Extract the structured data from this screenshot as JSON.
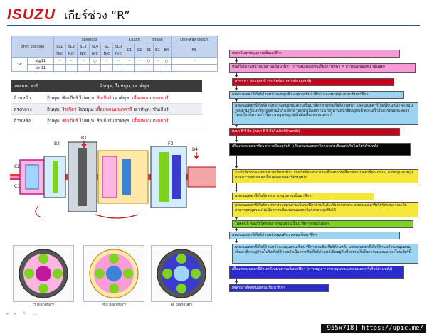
{
  "header": {
    "logo": "ISUZU",
    "title": "เกียร์ช่วง “R”"
  },
  "shift_table": {
    "shift_position": "Shift position",
    "groups": [
      "Solenoid",
      "Clutch",
      "Brake",
      "One-way clutch"
    ],
    "solenoid_cols": [
      "SL1",
      "SL2",
      "SL3",
      "SL4",
      "SL",
      "SLU"
    ],
    "solenoid_sub": [
      "N/C",
      "N/C",
      "N/C",
      "N/C",
      "N/C",
      "N/C"
    ],
    "other_cols": [
      "C1",
      "C2",
      "B1",
      "B2",
      "B4",
      "F3"
    ],
    "row_label": "\"R\"",
    "rows": [
      {
        "sub": "V≦11",
        "cells": [
          "-",
          "-",
          "-",
          "○",
          "-",
          "-",
          "-",
          "-",
          "○",
          "-",
          "○",
          "-"
        ]
      },
      {
        "sub": "V>11",
        "cells": [
          "-",
          "-",
          "-",
          "-",
          "-",
          "-",
          "-",
          "-",
          "-",
          "-",
          "-",
          "-"
        ]
      }
    ]
  },
  "desc_table": {
    "head_col1": "แพลนเน ตารี",
    "head_col2": "อินพุท, ไม่หมุน, เอาท์พุท",
    "rows": [
      {
        "pos": "ด้านหน้า",
        "a": "อินพุท: ซันเกียร์",
        "b": "ไม่หมุน: ",
        "b_red": "ริงเกียร์",
        "c": "  เอาท์พุท: ",
        "c_red": "เสื้อแพลนแนตตารี"
      },
      {
        "pos": "ตรงกลาง",
        "a": "อินพุท: ",
        "a_red": "ริงเกียร์",
        "b": "  ไม่หมุน: ",
        "b_red": "เสื้อแพลนแนตตารี",
        "c": "  เอาท์พุท: ซันเกียร์"
      },
      {
        "pos": "ด้านหลัง",
        "a": "อินพุท: ",
        "a_red": "ซันเกียร์",
        "b": "  ไม่หมุน: ริงเกียร์",
        "c": "  เอาท์พุท: ",
        "c_red": "เสื้อแพลนแนตตารี"
      }
    ]
  },
  "diagram_labels": {
    "b2": "B2",
    "b1": "B1",
    "f3": "F3",
    "b4": "B4",
    "c2": "C2",
    "c1": "C1"
  },
  "planetary": [
    {
      "caption": "Fr planetary"
    },
    {
      "caption": "Mid planetary"
    },
    {
      "caption": "Rr planetary"
    }
  ],
  "flow": [
    {
      "text": "เพลาอินพุทหมุนตามเข็มนาฬิกา",
      "bg": "#f79bd6"
    },
    {
      "text": "ซันเกียร์ด้านหน้าหมุนตามเข็มนาฬิกา (การหมุนของซันเกียร์ด้านหน้า = การหมุนของเพลาอินพุท)",
      "bg": "#f79bd6"
    },
    {
      "text": "เบรก B1 ยึดอยู่กับที่ (ริงเกียร์ด้านหน้ายึดอยู่กับที่)",
      "bg": "#c8001c",
      "fg": "#ffffff"
    },
    {
      "text": "แพลนเนตตารี่เกียร์ด้านหน้าจะหมุนตัวเองตามเข็มนาฬิกา และหมุนรอบตามเข็มนาฬิกา",
      "bg": "#9bd3f0"
    },
    {
      "text": "แพลนเนตตารี่เกียร์ด้านหน้าจะหมุนรอบตามเข็มนาฬิกาตามซันเกียร์ด้านหน้า แพลนเนตตารี่เกียร์ด้านหน้า จะหมุนรอบตามเข็มนาฬิกาอยู่ด้านในริงเกียร์ด้านหน้าเนื่องจากริงเกียร์ด้านหน้ายึดอยู่กับที่ ความเร็วในการหมุนจะลดลงโดยเกียร์นี้ความเร็วในการหมุนจะถูกส่งไปยังเสื้อแพลนเนตตารี่",
      "bg": "#9bd3f0"
    },
    {
      "text": "เบรก B4 ยึด (เบรก B4 ยึดริงเกียร์ด้านหลัง)",
      "bg": "#c8001c",
      "fg": "#ffffff"
    },
    {
      "text": "เสื้อแพลนเนตตารี่ตรงกลางยึดอยู่กับที่ (เสื้อแพลนเนตตารี่ตรงกลางเชื่อมต่อกับริงเกียร์ด้านหลัง)",
      "bg": "#050505",
      "fg": "#ffffff"
    },
    {
      "text": "ริงเกียร์ตรงกลางหมุนตามเข็มนาฬิกา (ริงเกียร์ตรงกลางจะเชื่อมต่อกับเสื้อแพลนเนตตารี่ด้านหน้า) การหมุนจะหมุนตามความหมุนของเสื้อแพลนเนตตารี่ด้านหน้า",
      "bg": "#f5e63a"
    },
    {
      "text": "แพลนเนตตารี่เกียร์ตรงกลางหมุนตามเข็มนาฬิกา",
      "bg": "#f5e63a"
    },
    {
      "text": "แพลนเนตตารี่เกียร์ตรงกลางจะหมุนตามเข็มนาฬิกาด้านในริงเกียร์ตรงกลาง แพลนเนตตารี่เกียร์ตรงกลางจะไม่สามารถหมุนรอบได้เนื่องจากเสื้อแพลนเนตตารี่ตรงกลางถูกยึดไว้",
      "bg": "#f5e63a"
    },
    {
      "text": "ในตอนนี้ ซันเกียร์ตรงกลางหมุนทวนเข็มนาฬิกาด้วยแรงผลัก",
      "bg": "#7ed321"
    },
    {
      "text": "แพลนเนตตารี่เกียร์ด้านหลังหมุนตัวเองทวนเข็มนาฬิกา",
      "bg": "#9bd3f0"
    },
    {
      "text": "แพลนเนตตารี่เกียร์ด้านหลังจะหมุนทวนเข็มนาฬิกาตามซันเกียร์ด้านหลัง แพลนเนตตารี่เกียร์ด้านหลังจะหมุนทวนเข็มนาฬิกาอยู่ด้านในริงเกียร์ด้านหลังเนื่องจากริงเกียร์ด้านหลังยึดอยู่กับที่ ความเร็วในการหมุนจะลดลงโดยเกียร์นี้",
      "bg": "#9bd3f0"
    },
    {
      "text": "เสื้อแพลนเนตตารี่ด้านหลังหมุนทวนเข็มนาฬิกา (การหมุน = การหมุนของแพลนเนตตารี่เกียร์ด้านหลัง)",
      "bg": "#2a2ad0",
      "fg": "#ffffff"
    },
    {
      "text": "เพลาเอาท์พุทหมุนทวนเข็มนาฬิกา",
      "bg": "#2a2ad0",
      "fg": "#ffffff"
    }
  ],
  "watermark": "[955x718] https://upic.me/"
}
